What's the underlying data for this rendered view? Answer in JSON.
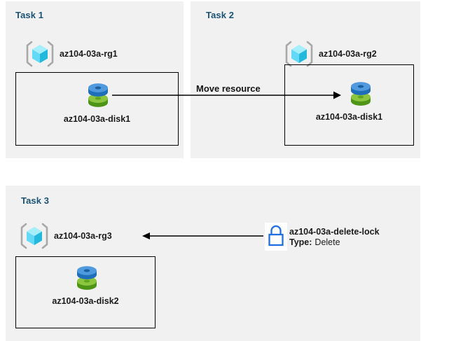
{
  "diagram": {
    "background": "#ffffff",
    "panel_background": "#f1f1f1",
    "title_color": "#1a5276",
    "line_color": "#000000",
    "lock_color": "#1f6fe0",
    "cube_colors": {
      "top": "#9cecfb",
      "left": "#56d5f5",
      "right": "#1fb6d9",
      "bracket": "#a8a8a8"
    },
    "disk_colors": {
      "blue_top": "#5aa0e0",
      "blue_body": "#2f7fd0",
      "green_top": "#8dc63f",
      "green_body": "#5fa81e"
    }
  },
  "panels": [
    {
      "id": "task1",
      "title": "Task 1",
      "resource_group": "az104-03a-rg1",
      "disk": "az104-03a-disk1"
    },
    {
      "id": "task2",
      "title": "Task 2",
      "resource_group": "az104-03a-rg2",
      "disk": "az104-03a-disk1"
    },
    {
      "id": "task3",
      "title": "Task 3",
      "resource_group": "az104-03a-rg3",
      "disk": "az104-03a-disk2"
    }
  ],
  "connectors": {
    "move_resource_label": "Move resource",
    "lock_name": "az104-03a-delete-lock",
    "lock_type_key": "Type:",
    "lock_type_value": "Delete"
  }
}
